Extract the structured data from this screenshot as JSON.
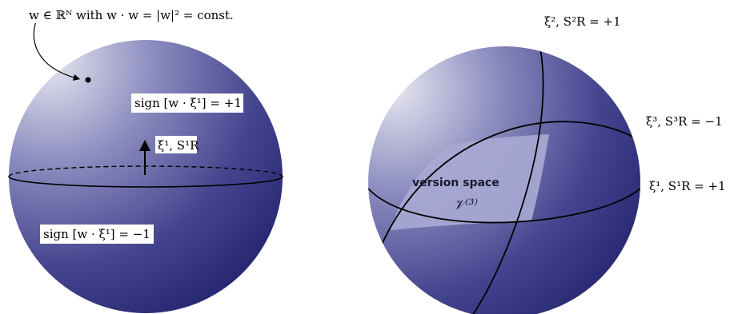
{
  "left_sphere": {
    "header_label": "w ∈ ℝᴺ  with  w · w = |w|² = const.",
    "upper_region_label": "sign [w · ξ¹] = +1",
    "lower_region_label": "sign [w · ξ¹] = −1",
    "normal_vector_label": "ξ¹, S¹R"
  },
  "right_sphere": {
    "xi2_label": "ξ², S²R = +1",
    "xi3_label": "ξ³, S³R = −1",
    "xi1_label": "ξ¹, S¹R = +1",
    "version_space_title": "version space",
    "version_space_symbol": "𝒱⁽³⁾"
  },
  "colors": {
    "sphere_dark": "#27277a",
    "sphere_mid": "#5252a0",
    "sphere_light": "#d8d8ea",
    "version_space_fill": "#a8a8d2",
    "line": "#000000"
  }
}
